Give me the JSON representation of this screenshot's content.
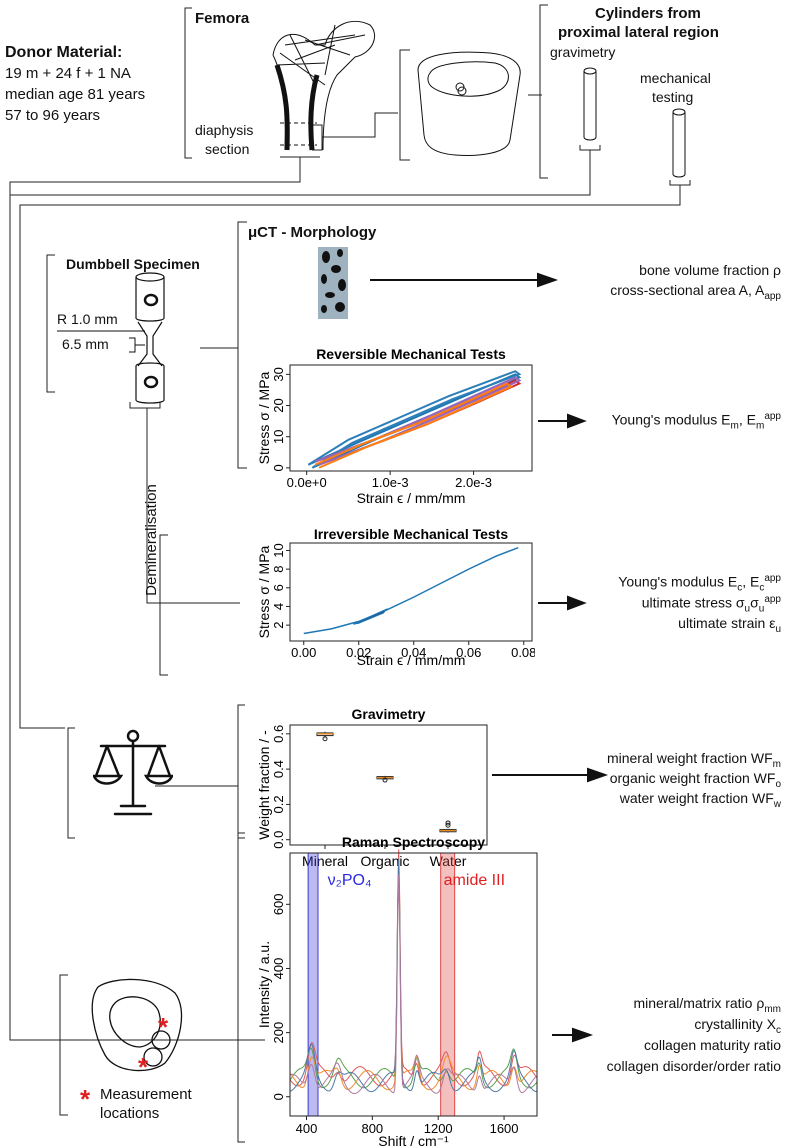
{
  "donor": {
    "title": "Donor Material:",
    "line1": "19 m + 24 f + 1 NA",
    "line2": "median age 81 years",
    "line3": "57 to 96 years"
  },
  "femora": {
    "title": "Femora",
    "diaphysis": "diaphysis",
    "section": "section"
  },
  "cylinders": {
    "title1": "Cylinders from",
    "title2": "proximal lateral region",
    "gravimetry": "gravimetry",
    "mech1": "mechanical",
    "mech2": "testing"
  },
  "dumbbell": {
    "title": "Dumbbell Specimen",
    "radius": "R 1.0 mm",
    "length": "6.5 mm"
  },
  "demin": "Demineralisation",
  "uct": {
    "title": "μCT - Morphology",
    "out1": "bone volume fraction ρ",
    "out2_pre": "cross-sectional area A, A",
    "out2_sub": "app"
  },
  "rev": {
    "title": "Reversible Mechanical Tests",
    "out_pre": "Young's modulus E",
    "out_sub1": "m",
    "out_mid": ", E",
    "out_sub2": "m",
    "out_sup2": "app"
  },
  "irr": {
    "title": "Irreversible Mechanical Tests",
    "o1_pre": "Young's modulus E",
    "o1_sub1": "c",
    "o1_mid": ", E",
    "o1_sub2": "c",
    "o1_sup2": "app",
    "o2_pre": "ultimate stress σ",
    "o2_sub1": "u",
    "o2_mid": "σ",
    "o2_sub2": "u",
    "o2_sup2": "app",
    "o3_pre": "ultimate strain ε",
    "o3_sub": "u"
  },
  "grav": {
    "title": "Gravimetry",
    "o1_pre": "mineral weight fraction WF",
    "o1_sub": "m",
    "o2_pre": "organic weight fraction WF",
    "o2_sub": "o",
    "o3_pre": "water weight fraction WF",
    "o3_sub": "w"
  },
  "raman": {
    "title": "Raman Spectroscopy",
    "o1_pre": "mineral/matrix ratio ρ",
    "o1_sub": "mm",
    "o2_pre": "crystallinity X",
    "o2_sub": "c",
    "o3": "collagen maturity ratio",
    "o4": "collagen disorder/order ratio",
    "measure1": "Measurement",
    "measure2": "locations",
    "star": "*"
  },
  "chart_data": [
    {
      "type": "line",
      "title": "Reversible Mechanical Tests",
      "xlabel": "Strain ϵ / mm/mm",
      "ylabel": "Stress σ / MPa",
      "xlim": [
        -0.0002,
        0.0027
      ],
      "ylim": [
        -1,
        33
      ],
      "xticks": [
        0,
        0.001,
        0.002
      ],
      "xticklabels": [
        "0.0e+0",
        "1.0e-3",
        "2.0e-3"
      ],
      "yticks": [
        0,
        10,
        20,
        30
      ],
      "yticklabels": [
        "0",
        "10",
        "20",
        "30"
      ],
      "series": [
        {
          "color": "#1f77b4",
          "x": [
            2e-05,
            0.0006,
            0.0012,
            0.0018,
            0.0025
          ],
          "y": [
            1,
            8,
            15,
            22,
            30
          ]
        },
        {
          "color": "#2c7fb8",
          "x": [
            2e-05,
            0.0005,
            0.0011,
            0.0017,
            0.0025
          ],
          "y": [
            1,
            9,
            16,
            23,
            31
          ]
        },
        {
          "color": "#e377c2",
          "x": [
            0.0001,
            0.0007,
            0.0013,
            0.0019,
            0.0025
          ],
          "y": [
            2,
            8,
            14,
            21,
            29
          ]
        },
        {
          "color": "#d62728",
          "x": [
            0.0001,
            0.0008,
            0.0014,
            0.002,
            0.0025
          ],
          "y": [
            2,
            9,
            15,
            22,
            28
          ]
        },
        {
          "color": "#9467bd",
          "x": [
            0.0001,
            0.0008,
            0.0015,
            0.002,
            0.0025
          ],
          "y": [
            2,
            9,
            17,
            23,
            29
          ]
        },
        {
          "color": "#ff7f0e",
          "x": [
            0.0001,
            0.0007,
            0.0014,
            0.0019,
            0.0024
          ],
          "y": [
            1,
            8,
            15,
            21,
            27
          ]
        }
      ]
    },
    {
      "type": "line",
      "title": "Irreversible Mechanical Tests",
      "xlabel": "Strain ϵ / mm/mm",
      "ylabel": "Stress σ / MPa",
      "xlim": [
        -0.005,
        0.083
      ],
      "ylim": [
        0.3,
        10.8
      ],
      "xticks": [
        0,
        0.02,
        0.04,
        0.06,
        0.08
      ],
      "xticklabels": [
        "0.00",
        "0.02",
        "0.04",
        "0.06",
        "0.08"
      ],
      "yticks": [
        2,
        4,
        6,
        8,
        10
      ],
      "yticklabels": [
        "2",
        "4",
        "6",
        "8",
        "10"
      ],
      "series": [
        {
          "color": "#1f77b4",
          "x": [
            0,
            0.01,
            0.02,
            0.03,
            0.04,
            0.05,
            0.06,
            0.07,
            0.078
          ],
          "y": [
            1.1,
            1.6,
            2.4,
            3.6,
            5,
            6.5,
            8,
            9.4,
            10.3
          ]
        }
      ]
    },
    {
      "type": "box",
      "title": "Gravimetry",
      "ylabel": "Weight fraction / -",
      "categories": [
        "Mineral",
        "Organic",
        "Water"
      ],
      "ylim": [
        -0.03,
        0.65
      ],
      "yticks": [
        0,
        0.2,
        0.4,
        0.6
      ],
      "yticklabels": [
        "0.0",
        "0.2",
        "0.4",
        "0.6"
      ],
      "boxes": [
        {
          "q1": 0.59,
          "median": 0.6,
          "q3": 0.605,
          "whislo": 0.575,
          "whishi": 0.612,
          "outliers": [
            0.572
          ]
        },
        {
          "q1": 0.345,
          "median": 0.352,
          "q3": 0.358,
          "whislo": 0.34,
          "whishi": 0.362,
          "outliers": [
            0.338
          ]
        },
        {
          "q1": 0.045,
          "median": 0.052,
          "q3": 0.058,
          "whislo": 0.04,
          "whishi": 0.062,
          "outliers": [
            0.082,
            0.095
          ]
        }
      ]
    },
    {
      "type": "line",
      "title": "Raman Spectroscopy",
      "xlabel": "Shift / cm⁻¹",
      "ylabel": "Intensity / a.u.",
      "xlim": [
        300,
        1800
      ],
      "ylim": [
        -60,
        760
      ],
      "xticks": [
        400,
        800,
        1200,
        1600
      ],
      "xticklabels": [
        "400",
        "800",
        "1200",
        "1600"
      ],
      "yticks": [
        0,
        200,
        400,
        600
      ],
      "yticklabels": [
        "0",
        "200",
        "400",
        "600"
      ],
      "bands": [
        {
          "label": "ν₂PO₄",
          "from": 410,
          "to": 470,
          "color": "#3b3bd6",
          "text_color": "#2a2ae0"
        },
        {
          "label": "amide III",
          "from": 1215,
          "to": 1300,
          "color": "#e04848",
          "text_color": "#e02020"
        }
      ],
      "series": [
        {
          "color": "#e15759",
          "offset": 40
        },
        {
          "color": "#59a14f",
          "offset": 30
        },
        {
          "color": "#f28e2b",
          "offset": 20
        },
        {
          "color": "#4e79a7",
          "offset": 10
        },
        {
          "color": "#b07aa1",
          "offset": 0
        }
      ]
    }
  ]
}
